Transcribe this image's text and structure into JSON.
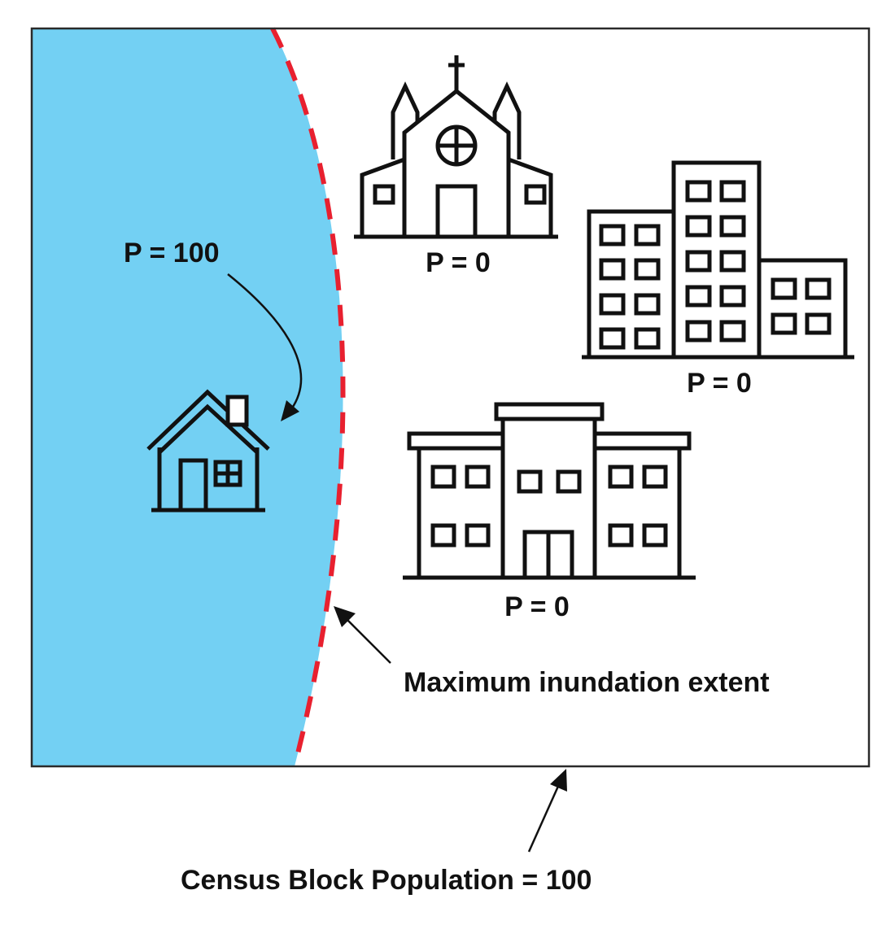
{
  "labels": {
    "house": "P = 100",
    "church": "P = 0",
    "apartments": "P = 0",
    "school": "P = 0",
    "inundation": "Maximum inundation extent",
    "census_block": "Census Block Population = 100"
  },
  "icons": [
    "house-icon",
    "church-icon",
    "apartment-buildings-icon",
    "school-building-icon"
  ],
  "colors": {
    "water": "#73d0f3",
    "inundation_line": "#e8202f",
    "ink": "#111111",
    "background": "#ffffff"
  }
}
